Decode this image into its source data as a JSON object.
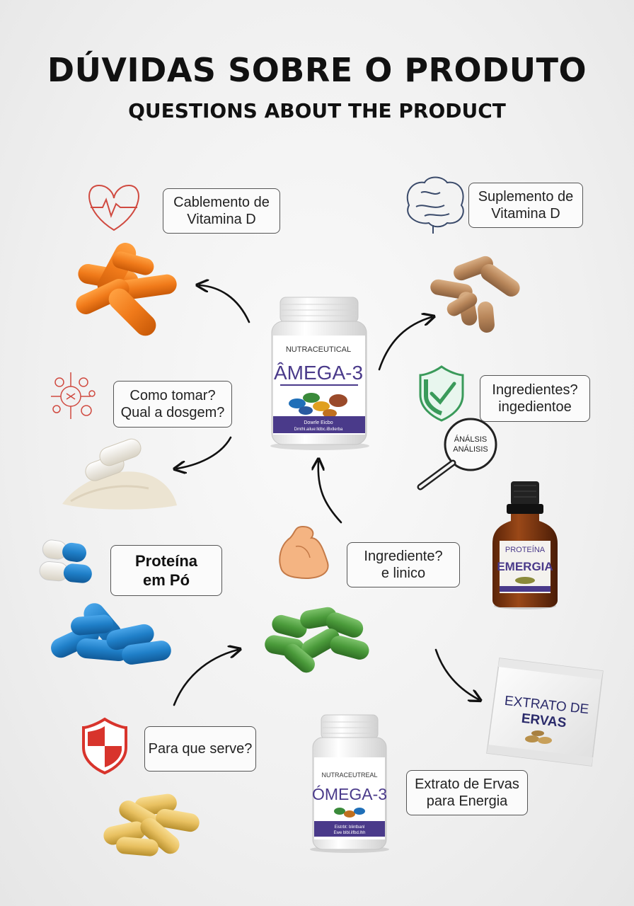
{
  "title": "DÚVIDAS SOBRE O PRODUTO",
  "subtitle": "QUESTIONS ABOUT THE PRODUCT",
  "bubbles": {
    "cablemento": {
      "line1": "Cablemento de",
      "line2": "Vitamina D"
    },
    "suplemento": {
      "line1": "Suplemento de",
      "line2": "Vitamina D"
    },
    "como_tomar": {
      "line1": "Como tomar?",
      "line2": "Qual a dosgem?"
    },
    "ingredientes_top": {
      "line1": "Ingredientes?",
      "line2": "ingedientoe"
    },
    "proteina": {
      "line1": "Proteína",
      "line2": "em Pó"
    },
    "ingredientes_mid": {
      "line1": "Ingrediente?",
      "line2": "e linico"
    },
    "para_que": {
      "line1": "Para que serve?"
    },
    "extrato": {
      "line1": "Extrato de Ervas",
      "line2": "para Energia"
    }
  },
  "products": {
    "main_jar": {
      "brand": "NUTRACEUTICAL",
      "name": "ÂMEGA-3",
      "band1": "Dowrle Eicbo",
      "band2": "Dmthl.ailue:lldbc.iBxllerba"
    },
    "bottom_jar": {
      "brand": "NUTRACEUTREAL",
      "name": "ÓMEGA-3",
      "band1": "Eistrbt: blintbanl",
      "band2": "Ewe blbl.ilfbd.lhh"
    },
    "bottle": {
      "label1": "PROTEÍNA",
      "label2": "EMERGIA"
    },
    "sachet": {
      "line1": "EXTRATO DE",
      "line2": "ERVAS"
    },
    "magnifier": {
      "line1": "ÁNÁLSIS",
      "line2": "ANÁLISIS"
    }
  },
  "colors": {
    "orange": "#f07a1a",
    "tan": "#b8865a",
    "blue": "#1f7fc8",
    "green": "#4a9a3a",
    "yellow": "#e8c060",
    "purple": "#4a3a8a",
    "red_icon": "#d8342c",
    "green_icon": "#3a9a5a"
  },
  "icons": [
    "heart-pulse-icon",
    "brain-icon",
    "molecule-icon",
    "shield-check-icon",
    "magnifier-icon",
    "muscle-arm-icon",
    "shield-cross-icon"
  ]
}
